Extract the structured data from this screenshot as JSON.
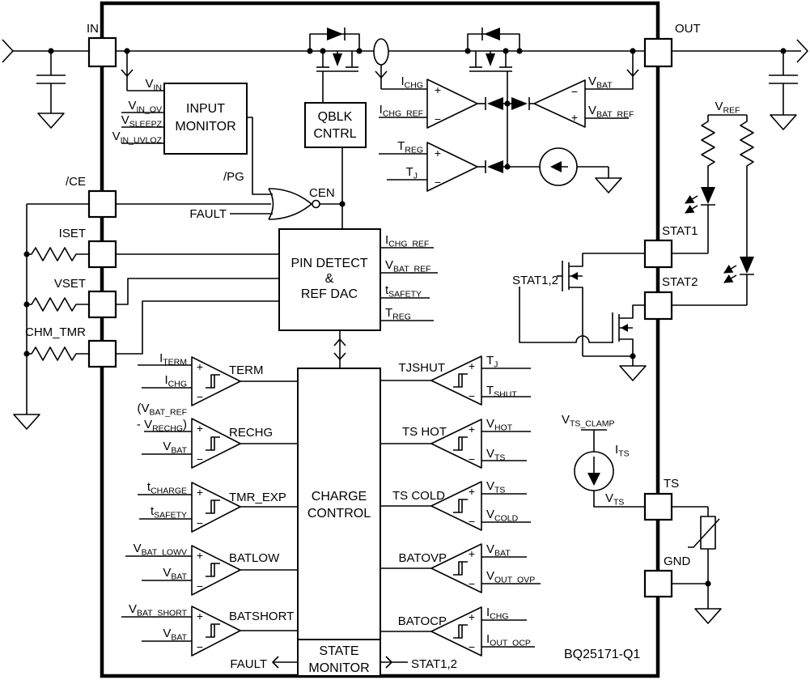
{
  "part_number": "BQ25171-Q1",
  "pins": {
    "in": "IN",
    "out": "OUT",
    "ce": "/CE",
    "iset": "ISET",
    "vset": "VSET",
    "chm_tmr": "CHM_TMR",
    "stat1": "STAT1",
    "stat2": "STAT2",
    "ts": "TS",
    "gnd": "GND"
  },
  "blocks": {
    "input_monitor": [
      "INPUT",
      "MONITOR"
    ],
    "qblk_cntrl": [
      "QBLK",
      "CNTRL"
    ],
    "pin_detect_ref_dac": [
      "PIN DETECT",
      "&",
      "REF DAC"
    ],
    "charge_control": [
      "CHARGE",
      "CONTROL"
    ],
    "state_monitor": [
      "STATE",
      "MONITOR"
    ]
  },
  "comparators": {
    "term": "TERM",
    "rechg": "RECHG",
    "tmr_exp": "TMR_EXP",
    "batlow": "BATLOW",
    "batshort": "BATSHORT",
    "tjshut": "TJSHUT",
    "ts_hot": "TS HOT",
    "ts_cold": "TS COLD",
    "batovp": "BATOVP",
    "batocp": "BATOCP"
  },
  "signals": {
    "vin": {
      "m": "V",
      "s": "IN"
    },
    "vin_ov": {
      "m": "V",
      "s": "IN_OV"
    },
    "vsleepz": {
      "m": "V",
      "s": "SLEEPZ"
    },
    "vin_uvloz": {
      "m": "V",
      "s": "IN_UVLOZ"
    },
    "pg": "/PG",
    "fault": "FAULT",
    "cen": "CEN",
    "ichg": {
      "m": "I",
      "s": "CHG"
    },
    "ichg_ref": {
      "m": "I",
      "s": "CHG_REF"
    },
    "treg": {
      "m": "T",
      "s": "REG"
    },
    "tj": {
      "m": "T",
      "s": "J"
    },
    "vbat": {
      "m": "V",
      "s": "BAT"
    },
    "vbat_ref": {
      "m": "V",
      "s": "BAT_REF"
    },
    "tsafety": {
      "m": "t",
      "s": "SAFETY"
    },
    "vref": {
      "m": "V",
      "s": "REF"
    },
    "stat12": "STAT1,2",
    "iterm": {
      "m": "I",
      "s": "TERM"
    },
    "rechg_ref_1": {
      "m": "(V",
      "s": "BAT_REF"
    },
    "rechg_ref_2": {
      "m": "- V",
      "s": "RECHG",
      "post": ")"
    },
    "tcharge": {
      "m": "t",
      "s": "CHARGE"
    },
    "vbat_lowv": {
      "m": "V",
      "s": "BAT_LOWV"
    },
    "vbat_short": {
      "m": "V",
      "s": "BAT_SHORT"
    },
    "tshut": {
      "m": "T",
      "s": "SHUT"
    },
    "vhot": {
      "m": "V",
      "s": "HOT"
    },
    "vts": {
      "m": "V",
      "s": "TS"
    },
    "vcold": {
      "m": "V",
      "s": "COLD"
    },
    "vout_ovp": {
      "m": "V",
      "s": "OUT_OVP"
    },
    "iout_ocp": {
      "m": "I",
      "s": "OUT_OCP"
    },
    "vts_clamp": {
      "m": "V",
      "s": "TS_CLAMP"
    },
    "its": {
      "m": "I",
      "s": "TS"
    }
  },
  "symbols": {
    "plus": "+",
    "minus": "−"
  },
  "colors": {
    "line": "#000000",
    "background": "#ffffff"
  }
}
